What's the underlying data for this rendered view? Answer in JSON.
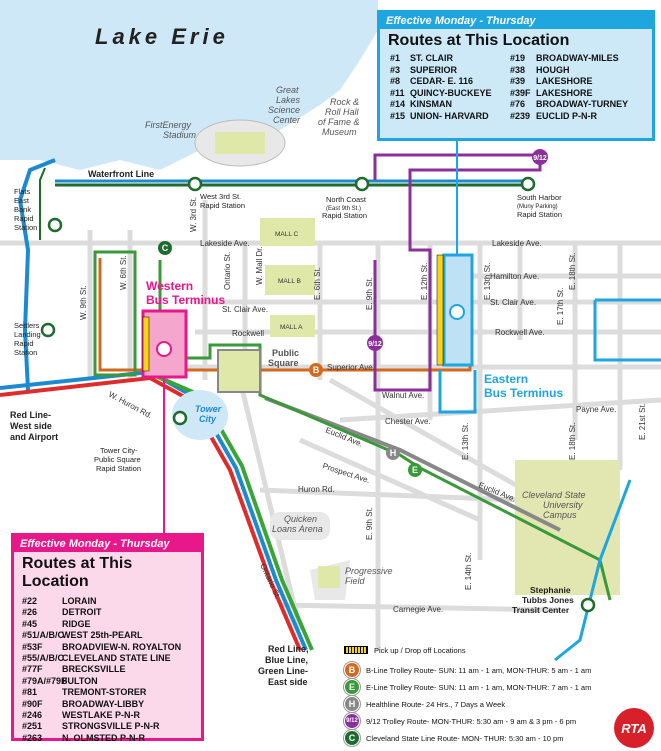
{
  "lake": "Lake Erie",
  "east_panel": {
    "effective": "Effective Monday - Thursday",
    "title": "Routes at This Location",
    "routes": [
      [
        "#1",
        "ST. CLAIR",
        "#19",
        "BROADWAY-MILES"
      ],
      [
        "#3",
        "SUPERIOR",
        "#38",
        "HOUGH"
      ],
      [
        "#8",
        "CEDAR- E. 116",
        "#39",
        "LAKESHORE"
      ],
      [
        "#11",
        "QUINCY-BUCKEYE",
        "#39F",
        "LAKESHORE"
      ],
      [
        "#14",
        "KINSMAN",
        "#76",
        "BROADWAY-TURNEY"
      ],
      [
        "#15",
        "UNION- HARVARD",
        "#239",
        "EUCLID P-N-R"
      ]
    ]
  },
  "west_panel": {
    "effective": "Effective Monday - Thursday",
    "title": "Routes at This Location",
    "routes": [
      [
        "#22",
        "LORAIN"
      ],
      [
        "#26",
        "DETROIT"
      ],
      [
        "#45",
        "RIDGE"
      ],
      [
        "#51/A/B/C",
        "WEST 25th-PEARL"
      ],
      [
        "#53F",
        "BROADVIEW-N. ROYALTON"
      ],
      [
        "#55/A/B/C",
        "CLEVELAND STATE LINE"
      ],
      [
        "#77F",
        "BRECKSVILLE"
      ],
      [
        "#79A/#79B",
        "FULTON"
      ],
      [
        "#81",
        "TREMONT-STORER"
      ],
      [
        "#90F",
        "BROADWAY-LIBBY"
      ],
      [
        "#246",
        "WESTLAKE P-N-R"
      ],
      [
        "#251",
        "STRONGSVILLE P-N-R"
      ],
      [
        "#263",
        "N. OLMSTED P-N-R"
      ]
    ]
  },
  "legend": {
    "pickup": "Pick up / Drop off Locations",
    "items": [
      {
        "badge": "B",
        "color": "#d2691e",
        "text": "B-Line Trolley Route- SUN: 11 am - 1 am, MON-THUR: 5 am - 1 am"
      },
      {
        "badge": "E",
        "color": "#3a9a3a",
        "text": "E-Line Trolley Route- SUN: 11 am - 1 am, MON-THUR: 7 am - 1 am"
      },
      {
        "badge": "H",
        "color": "#888888",
        "text": "Healthline Route- 24 Hrs., 7 Days a Week"
      },
      {
        "badge": "9/12",
        "color": "#8b2f9b",
        "text": "9/12 Trolley Route- MON-THUR: 5:30 am - 9 am & 3 pm - 6 pm"
      },
      {
        "badge": "C",
        "color": "#1e6b2e",
        "text": "Cleveland State Line Route- MON- THUR: 5:30 am - 10 pm"
      }
    ]
  },
  "logo": "RTA",
  "labels": {
    "waterfront": "Waterfront Line",
    "firstenergy": [
      "FirstEnergy",
      "Stadium"
    ],
    "science": [
      "Great",
      "Lakes",
      "Science",
      "Center"
    ],
    "rock": [
      "Rock &",
      "Roll Hall",
      "of Fame &",
      "Museum"
    ],
    "w3rd_station": [
      "West 3rd St.",
      "Rapid Station"
    ],
    "northcoast": [
      "North Coast",
      "(East 9th St.)",
      "Rapid Station"
    ],
    "southharbor": [
      "South Harbor",
      "(Muny Parking)",
      "Rapid Station"
    ],
    "flats": [
      "Flats",
      "East",
      "Bank",
      "Rapid",
      "Station"
    ],
    "settlers": [
      "Settlers",
      "Landing",
      "Rapid",
      "Station"
    ],
    "western": [
      "Western",
      "Bus Terminus"
    ],
    "eastern": [
      "Eastern",
      "Bus Terminus"
    ],
    "redline_west": [
      "Red Line-",
      "West side",
      "and Airport"
    ],
    "tower_city_station": [
      "Tower City-",
      "Public Square",
      "Rapid Station"
    ],
    "tower_city": [
      "Tower",
      "City"
    ],
    "public_square": [
      "Public",
      "Square"
    ],
    "quicken": [
      "Quicken",
      "Loans Arena"
    ],
    "progressive": [
      "Progressive",
      "Field"
    ],
    "csu": [
      "Cleveland State",
      "University",
      "Campus"
    ],
    "stephanie": [
      "Stephanie",
      "Tubbs Jones",
      "Transit Center"
    ],
    "redline_east": [
      "Red Line,",
      "Blue Line,",
      "Green Line-",
      "East side"
    ],
    "mall_c": "MALL C",
    "mall_b": "MALL B",
    "mall_a": "MALL A",
    "lakeside_w": "Lakeside Ave.",
    "lakeside_e": "Lakeside Ave.",
    "hamilton": "Hamilton Ave.",
    "stclair_w": "St. Clair Ave.",
    "stclair_e": "St. Clair Ave.",
    "rockwell_w": "Rockwell",
    "rockwell_e": "Rockwell Ave.",
    "superior": "Superior Ave.",
    "walnut": "Walnut Ave.",
    "chester": "Chester Ave.",
    "payne": "Payne Ave.",
    "euclid1": "Euclid Ave.",
    "euclid2": "Euclid Ave.",
    "prospect": "Prospect Ave.",
    "huron": "Huron Rd.",
    "whuron": "W. Huron Rd.",
    "carnegie": "Carnegie Ave.",
    "ontario_n": "Ontario St.",
    "ontario_s": "Ontario St.",
    "w9th": "W. 9th St.",
    "w6th": "W. 6th St.",
    "w3rd": "W. 3rd St.",
    "wmall": "W. Mall Dr.",
    "e6th": "E. 6th St.",
    "e9th_n": "E. 9th St.",
    "e9th_s": "E. 9th St.",
    "e12th": "E. 12th St.",
    "e13th_n": "E. 13th St.",
    "e13th_s": "E. 13th St.",
    "e14th": "E. 14th St.",
    "e17th": "E. 17th St.",
    "e18th_n": "E. 18th St.",
    "e18th_s": "E. 18th St.",
    "e21st": "E. 21st St."
  }
}
